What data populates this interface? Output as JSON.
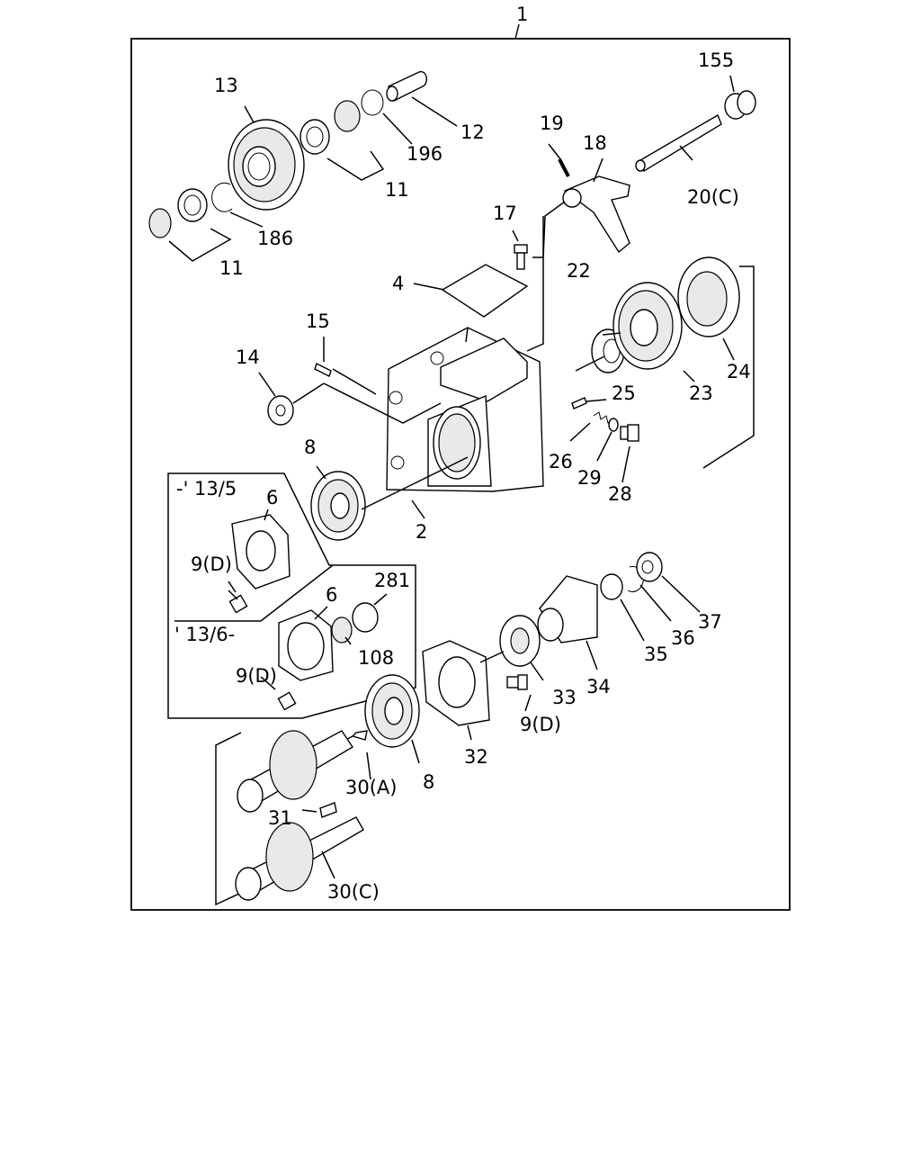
{
  "labels": {
    "p1": "1",
    "p2": "2",
    "p4": "4",
    "p6a": "6",
    "p6b": "6",
    "p8a": "8",
    "p8b": "8",
    "p9a": "9(D)",
    "p9b": "9(D)",
    "p9c": "9(D)",
    "p11a": "11",
    "p11b": "11",
    "p12": "12",
    "p13": "13",
    "p14": "14",
    "p15": "15",
    "p17": "17",
    "p18": "18",
    "p19": "19",
    "p20": "20(C)",
    "p22": "22",
    "p23": "23",
    "p24": "24",
    "p25": "25",
    "p26": "26",
    "p28": "28",
    "p29": "29",
    "p30a": "30(A)",
    "p30c": "30(C)",
    "p31": "31",
    "p32": "32",
    "p33": "33",
    "p34": "34",
    "p35": "35",
    "p36": "36",
    "p37": "37",
    "p108": "108",
    "p155": "155",
    "p186": "186",
    "p196": "196",
    "p281": "281"
  },
  "notes": {
    "before": "-' 13/5",
    "after": "' 13/6-"
  }
}
